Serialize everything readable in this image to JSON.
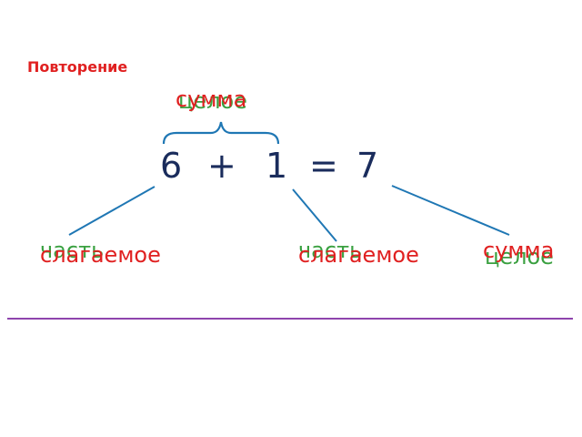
{
  "heading": "Повторение",
  "equation": {
    "a": "6",
    "op": "+",
    "b": "1",
    "eq": "=",
    "result": "7"
  },
  "top_labels": {
    "sum": "сумма",
    "whole": "целое"
  },
  "left_labels": {
    "addend": "слагаемое",
    "part": "часть"
  },
  "middle_labels": {
    "addend": "слагаемое",
    "part": "часть"
  },
  "right_labels": {
    "sum": "сумма",
    "whole": "целое"
  },
  "colors": {
    "red": "#e02020",
    "green": "#3aa040",
    "line": "#1f77b4",
    "divider": "#8e44ad",
    "digits": "#1a2c5c"
  }
}
